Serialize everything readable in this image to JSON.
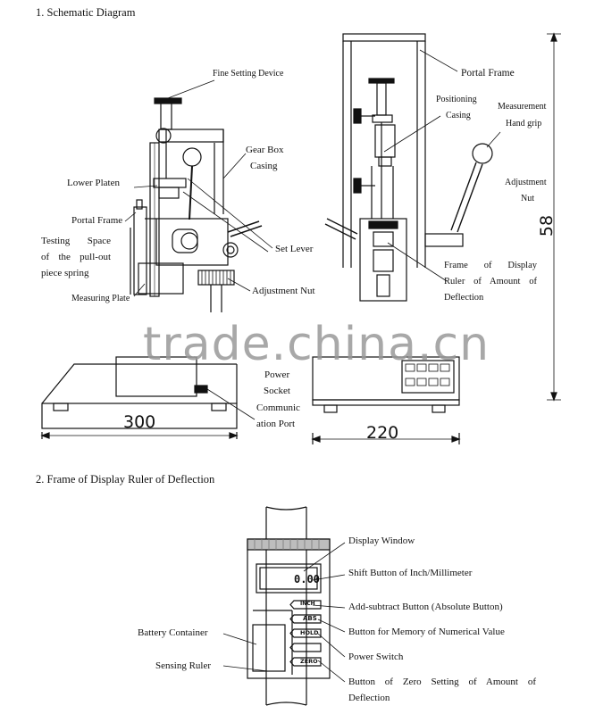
{
  "headings": {
    "schematic": "1. Schematic Diagram",
    "display_frame": "2. Frame of Display Ruler of Deflection"
  },
  "left_view": {
    "fine_setting": "Fine Setting Device",
    "gear_box_line1": "Gear Box",
    "gear_box_line2": "Casing",
    "lower_platen": "Lower Platen",
    "portal_frame": "Portal Frame",
    "testing_space_line1": "Testing Space",
    "testing_space_line2": "of the pull-out",
    "testing_space_line3": "piece spring",
    "set_lever": "Set Lever",
    "measuring_plate": "Measuring Plate",
    "adjustment_nut": "Adjustment Nut",
    "power_socket_line1": "Power",
    "power_socket_line2": "Socket",
    "comm_port_line1": "Communic",
    "comm_port_line2": "ation Port",
    "width_dim": "300"
  },
  "right_view": {
    "portal_frame": "Portal Frame",
    "positioning_line1": "Positioning",
    "positioning_line2": "Casing",
    "hand_grip_line1": "Measurement",
    "hand_grip_line2": "Hand grip",
    "adjustment_nut_line1": "Adjustment",
    "adjustment_nut_line2": "Nut",
    "frame_display_line1": "Frame of Display",
    "frame_display_line2": "Ruler of Amount of",
    "frame_display_line3": "Deflection",
    "height_dim": "58",
    "width_dim": "220"
  },
  "display_ruler": {
    "display_window": "Display Window",
    "shift_button": "Shift Button of Inch/Millimeter",
    "add_subtract": "Add-subtract Button (Absolute Button)",
    "memory_button": "Button for Memory of Numerical Value",
    "power_switch": "Power Switch",
    "zero_setting_line1": "Button of Zero Setting of Amount of",
    "zero_setting_line2": "Deflection",
    "battery": "Battery Container",
    "sensing_ruler": "Sensing Ruler",
    "lcd_value": "0.00",
    "btn_inch": "INCH",
    "btn_abs": "ABS",
    "btn_hold": "HOLD",
    "btn_zero": "ZERO"
  },
  "watermark": "trade.china.cn",
  "colors": {
    "ink": "#111111",
    "watermark": "#9a9a9a"
  }
}
